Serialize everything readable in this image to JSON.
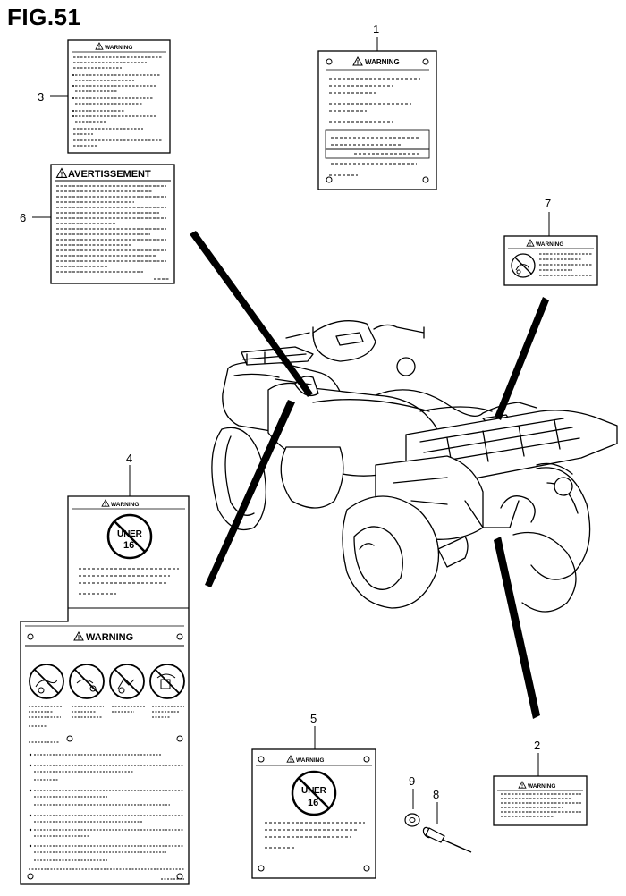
{
  "figure": {
    "title": "FIG.51"
  },
  "callouts": [
    "1",
    "2",
    "3",
    "4",
    "5",
    "6",
    "7",
    "8",
    "9"
  ],
  "labels": {
    "warning": "WARNING",
    "avertissement": "AVERTISSEMENT",
    "under_top": "UN",
    "under_mid": "ER",
    "under_age": "16"
  },
  "colors": {
    "ink": "#000000",
    "paper": "#ffffff"
  }
}
